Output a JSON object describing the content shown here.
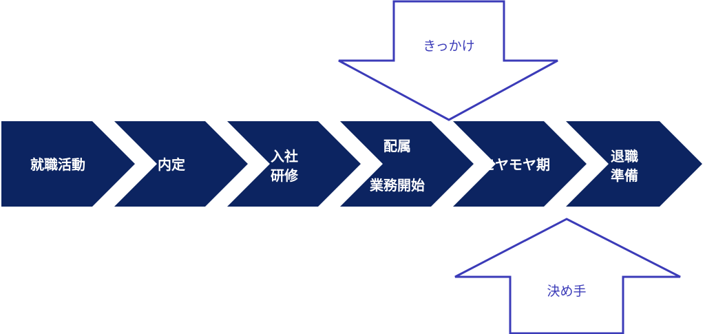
{
  "colors": {
    "chevron_fill": "#0c2461",
    "arrow_stroke": "#3b3bb8",
    "arrow_fill": "#ffffff",
    "chevron_text": "#ffffff",
    "arrow_text": "#3b3bb8"
  },
  "steps": [
    {
      "lines": [
        "就職活動"
      ]
    },
    {
      "lines": [
        "内定"
      ]
    },
    {
      "lines": [
        "入社",
        "研修"
      ]
    },
    {
      "lines": [
        "配属",
        "業務開始"
      ]
    },
    {
      "lines": [
        "モヤモヤ期"
      ]
    },
    {
      "lines": [
        "退職",
        "準備"
      ]
    }
  ],
  "callouts": {
    "trigger": {
      "label": "きっかけ",
      "direction": "down"
    },
    "decider": {
      "label": "決め手",
      "direction": "up"
    }
  }
}
